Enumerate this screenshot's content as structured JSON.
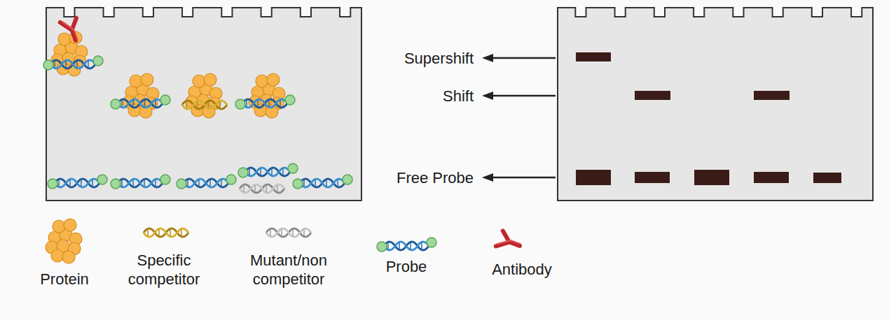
{
  "diagram": {
    "labels": [
      "Supershift",
      "Shift",
      "Free Probe"
    ],
    "legend": [
      {
        "text": "Protein"
      },
      {
        "text": "Specific competitor"
      },
      {
        "text": "Mutant/non competitor"
      },
      {
        "text": "Probe"
      },
      {
        "text": "Antibody"
      }
    ]
  }
}
